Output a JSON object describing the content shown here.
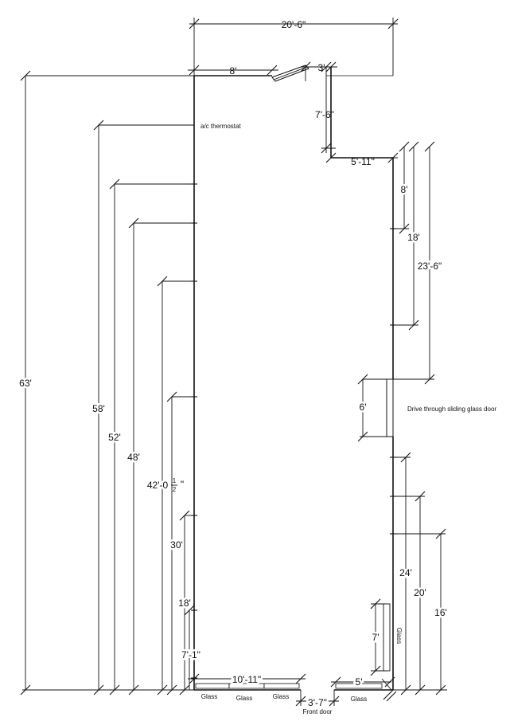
{
  "dimensions": {
    "total_width": "20'-6\"",
    "top_left_wall": "8'",
    "top_jog_width": "3'",
    "top_jog_depth": "7'-6\"",
    "right_setback": "5'-11\"",
    "right_8": "8'",
    "right_18": "18'",
    "right_23_6": "23'-6\"",
    "sliding_door_width": "6'",
    "right_24": "24'",
    "right_20": "20'",
    "right_16": "16'",
    "right_7": "7'",
    "left_63": "63'",
    "left_58": "58'",
    "left_52": "52'",
    "left_48": "48'",
    "left_42": "42'-0",
    "left_42_frac_num": "1",
    "left_42_frac_den": "2",
    "left_42_frac_suffix": "\"",
    "left_30": "30'",
    "left_18": "18'",
    "left_7_1": "7'-1\"",
    "bottom_glass_run": "10'-11\"",
    "front_door": "3'-7\"",
    "bottom_right_glass": "5'"
  },
  "labels": {
    "thermostat": "a/c thermostat",
    "sliding_door": "Drive through sliding glass door",
    "glass": "Glass",
    "front_door": "Front door"
  }
}
